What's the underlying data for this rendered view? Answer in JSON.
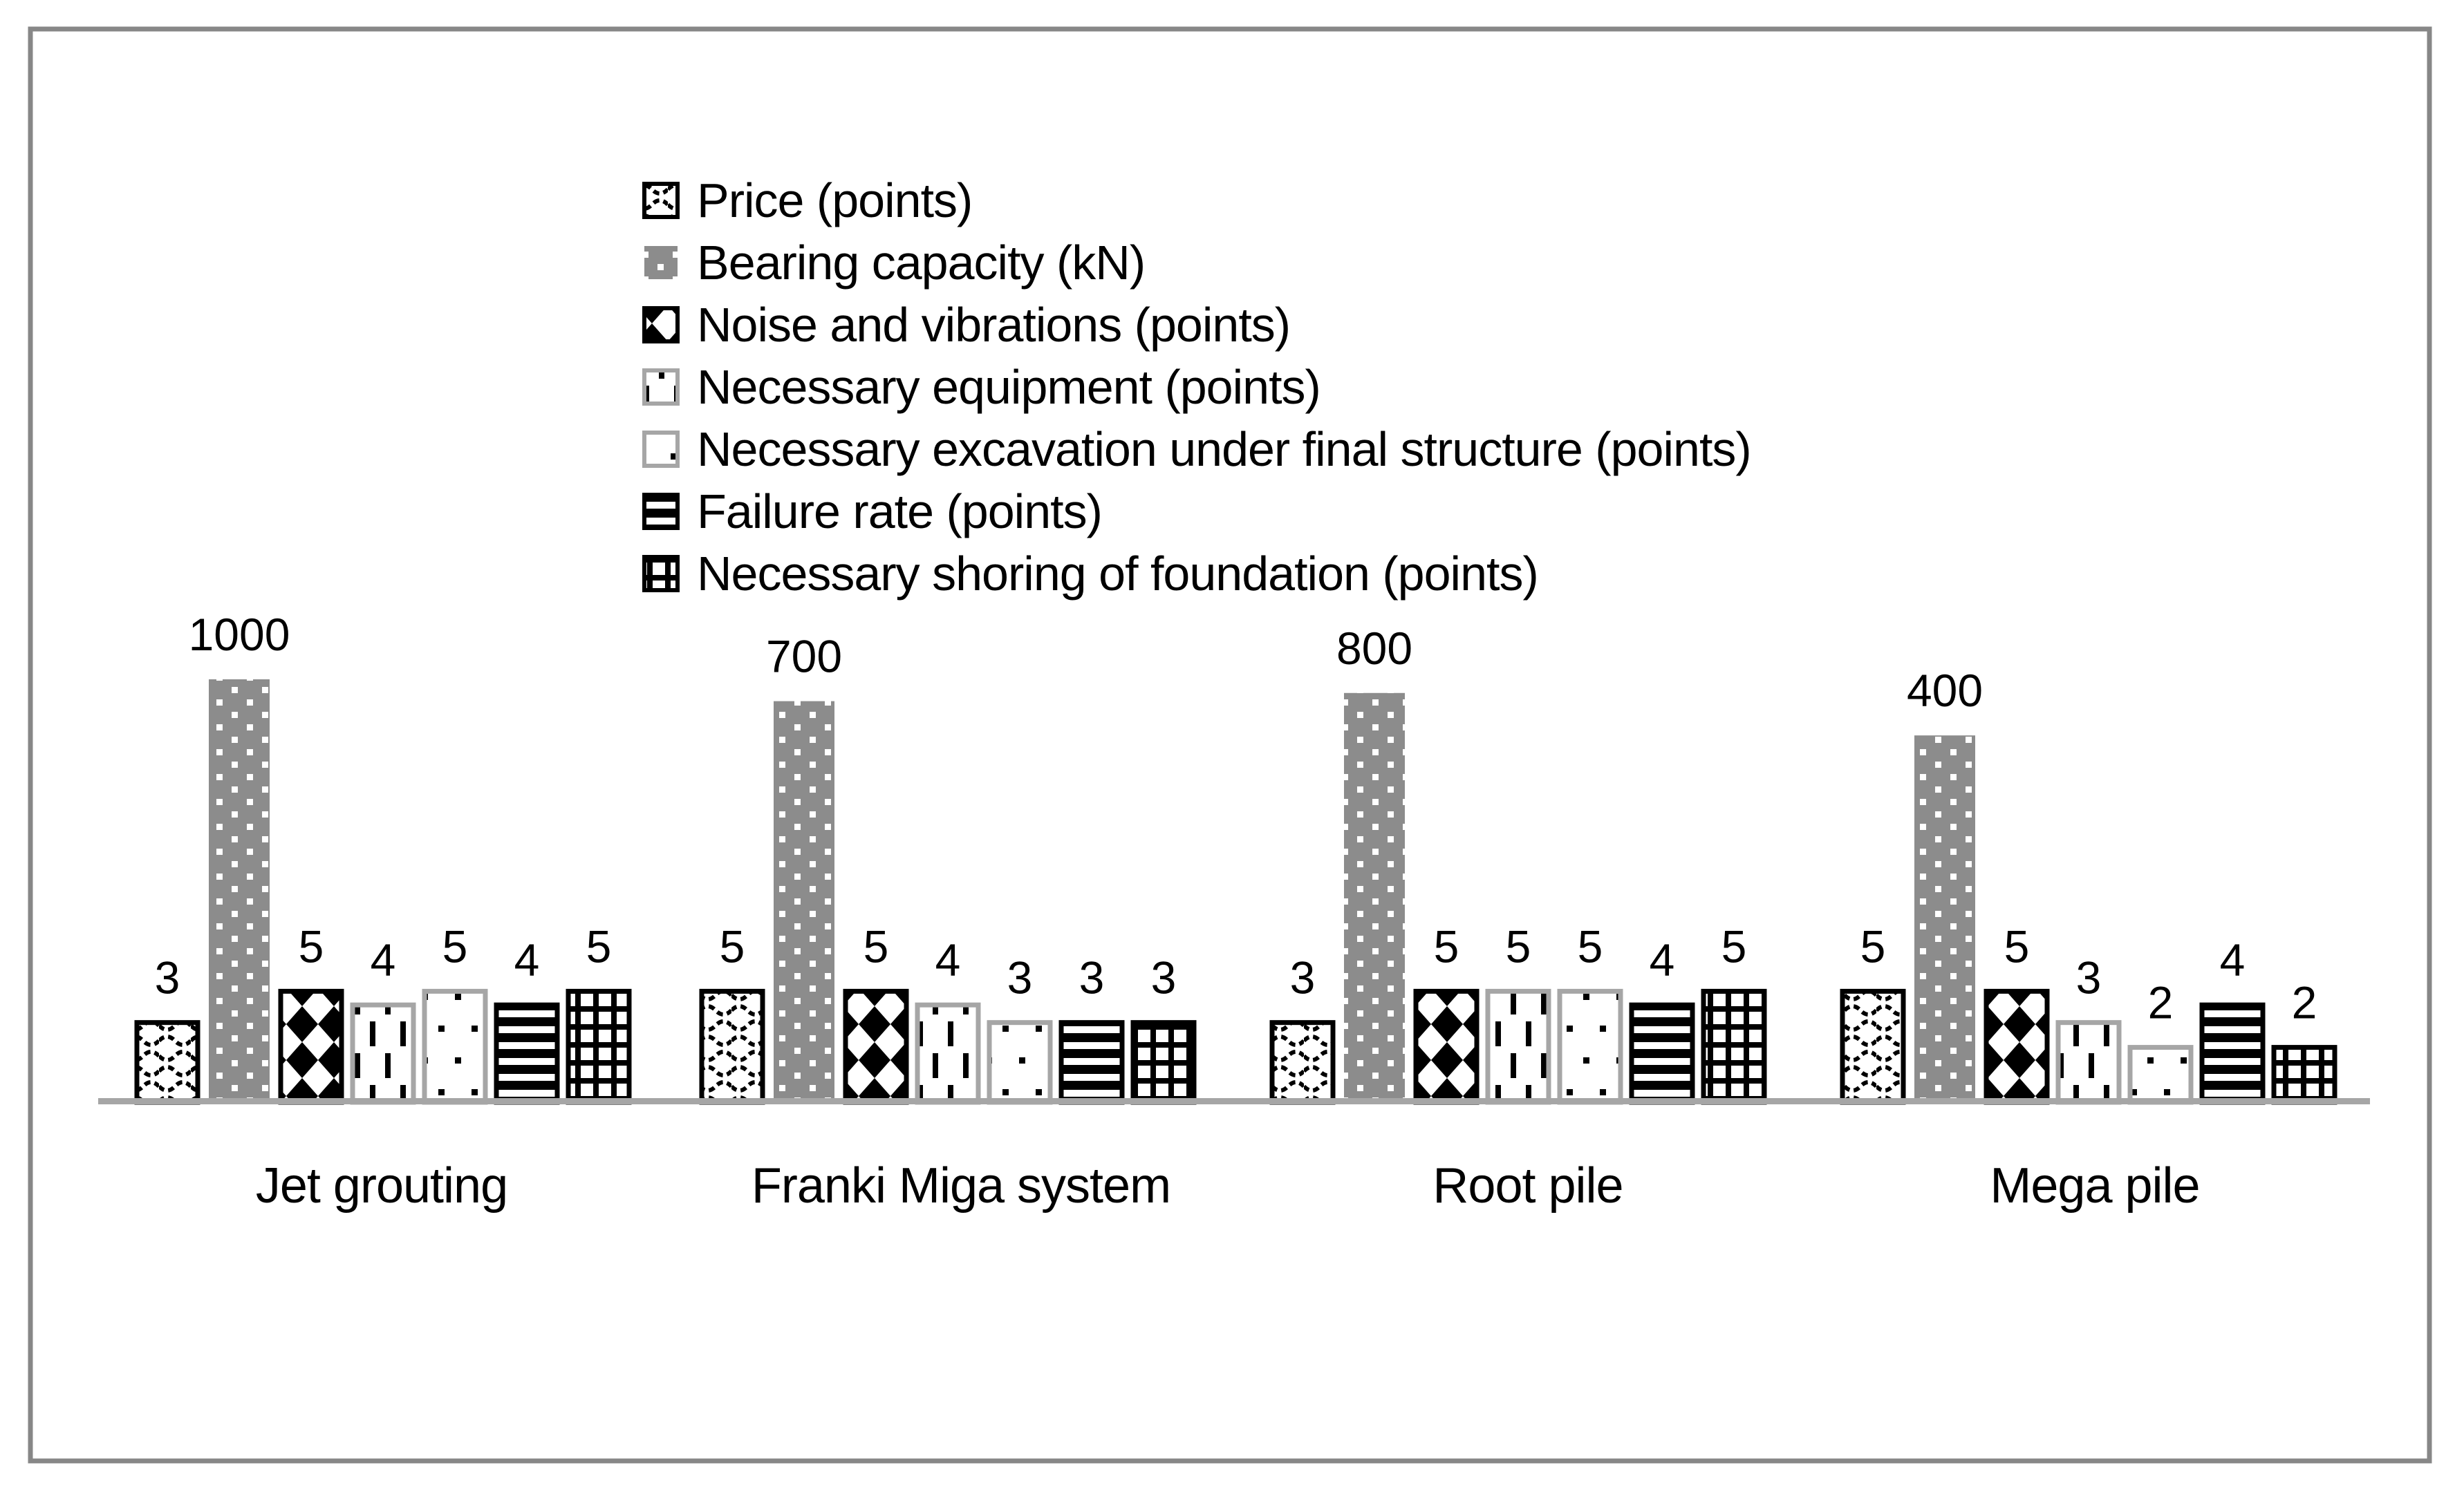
{
  "chart_data": {
    "type": "bar",
    "title": "",
    "xlabel": "",
    "ylabel": "",
    "categories": [
      "Jet grouting",
      "Franki Miga system",
      "Root pile",
      "Mega pile"
    ],
    "series": [
      {
        "name": "Price (points)",
        "pattern": "wave",
        "border": "black",
        "values": [
          3,
          5,
          3,
          5
        ]
      },
      {
        "name": "Bearing capacity (kN)",
        "pattern": "white-dots-on-gray",
        "border": "none",
        "values": [
          1000,
          700,
          800,
          400
        ]
      },
      {
        "name": "Noise and vibrations (points)",
        "pattern": "diamond-check",
        "border": "black",
        "values": [
          5,
          5,
          5,
          5
        ]
      },
      {
        "name": "Necessary equipment (points)",
        "pattern": "vertical-dashes",
        "border": "gray",
        "values": [
          4,
          4,
          5,
          3
        ]
      },
      {
        "name": "Necessary excavation under final structure (points)",
        "pattern": "sparse-dots",
        "border": "gray",
        "values": [
          5,
          3,
          5,
          2
        ]
      },
      {
        "name": "Failure rate (points)",
        "pattern": "horizontal-stripes",
        "border": "black",
        "values": [
          4,
          3,
          4,
          4
        ]
      },
      {
        "name": "Necessary shoring of foundation (points)",
        "pattern": "grid",
        "border": "black",
        "values": [
          5,
          3,
          5,
          2
        ]
      }
    ],
    "bar_value_labels": [
      [
        "3",
        "1000",
        "5",
        "4",
        "5",
        "4",
        "5"
      ],
      [
        "5",
        "700",
        "5",
        "4",
        "3",
        "3",
        "3"
      ],
      [
        "3",
        "800",
        "5",
        "5",
        "5",
        "4",
        "5"
      ],
      [
        "5",
        "400",
        "5",
        "3",
        "2",
        "4",
        "2"
      ]
    ],
    "value_scale": "log10",
    "legend_position": "top-center",
    "grid": false,
    "y_axis_visible": false,
    "x_axis_line_visible": true
  },
  "colors": {
    "black": "#000000",
    "white": "#ffffff",
    "bar_gray": "#8c8c8c",
    "gray_border": "#a6a6a6",
    "axis_line": "#a6a6a6",
    "frame_border": "#878787",
    "text": "#000000"
  }
}
